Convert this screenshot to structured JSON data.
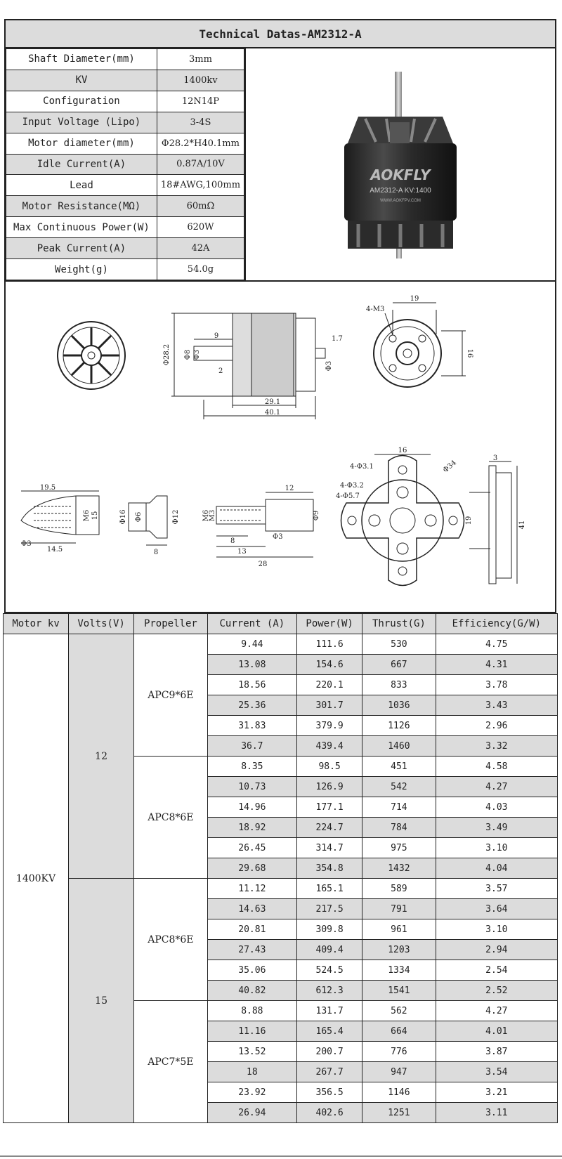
{
  "title": "Technical Datas-AM2312-A",
  "specs": [
    {
      "label": "Shaft Diameter(mm)",
      "value": "3mm"
    },
    {
      "label": "KV",
      "value": "1400kv"
    },
    {
      "label": "Configuration",
      "value": "12N14P"
    },
    {
      "label": "Input Voltage (Lipo)",
      "value": "3-4S"
    },
    {
      "label": "Motor diameter(mm)",
      "value": "Φ28.2*H40.1mm"
    },
    {
      "label": "Idle Current(A)",
      "value": "0.87A/10V"
    },
    {
      "label": "Lead",
      "value": "18#AWG,100mm"
    },
    {
      "label": "Motor Resistance(MΩ)",
      "value": "60mΩ"
    },
    {
      "label": "Max Continuous Power(W)",
      "value": "620W"
    },
    {
      "label": "Peak Current(A)",
      "value": "42A"
    },
    {
      "label": "Weight(g)",
      "value": "54.0g"
    }
  ],
  "photo": {
    "brand": "AOKFLY",
    "model_line": "AM2312-A  KV:1400",
    "url_line": "WWW.AOKFPV.COM"
  },
  "dimensions": {
    "label_4m3": "4-M3",
    "d19": "19",
    "d9": "9",
    "d1_7": "1.7",
    "d28_2": "Φ28.2",
    "d8": "Φ8",
    "d3a": "Φ3",
    "d2": "2",
    "d29_1": "29.1",
    "d40_1": "40.1",
    "d16": "16",
    "d3b": "Φ3",
    "d19_5": "19.5",
    "dM6": "M6",
    "d15": "15",
    "d3c": "Φ3",
    "d14_5": "14.5",
    "dphi16": "Φ16",
    "dphi6": "Φ6",
    "dphi12": "Φ12",
    "d8b": "8",
    "dM6b": "M6",
    "dM3": "M3",
    "d12": "12",
    "dphi9": "Φ9",
    "d8c": "8",
    "d13": "13",
    "d28": "28",
    "d3d": "Φ3",
    "d16b": "16",
    "l_3_1": "4-Φ3.1",
    "l_3_2": "4-Φ3.2",
    "l_5_7": "4-Φ5.7",
    "d34": "Φ34",
    "d19b": "19",
    "d3e": "3",
    "d41": "41"
  },
  "perf_headers": [
    "Motor kv",
    "Volts(V)",
    "Propeller",
    "Current (A)",
    "Power(W)",
    "Thrust(G)",
    "Efficiency(G/W)"
  ],
  "motor_kv": "1400KV",
  "groups": [
    {
      "volts": "12",
      "props": [
        {
          "name": "APC9*6E",
          "rows": [
            [
              "9.44",
              "111.6",
              "530",
              "4.75"
            ],
            [
              "13.08",
              "154.6",
              "667",
              "4.31"
            ],
            [
              "18.56",
              "220.1",
              "833",
              "3.78"
            ],
            [
              "25.36",
              "301.7",
              "1036",
              "3.43"
            ],
            [
              "31.83",
              "379.9",
              "1126",
              "2.96"
            ],
            [
              "36.7",
              "439.4",
              "1460",
              "3.32"
            ]
          ]
        },
        {
          "name": "APC8*6E",
          "rows": [
            [
              "8.35",
              "98.5",
              "451",
              "4.58"
            ],
            [
              "10.73",
              "126.9",
              "542",
              "4.27"
            ],
            [
              "14.96",
              "177.1",
              "714",
              "4.03"
            ],
            [
              "18.92",
              "224.7",
              "784",
              "3.49"
            ],
            [
              "26.45",
              "314.7",
              "975",
              "3.10"
            ],
            [
              "29.68",
              "354.8",
              "1432",
              "4.04"
            ]
          ]
        }
      ]
    },
    {
      "volts": "15",
      "props": [
        {
          "name": "APC8*6E",
          "rows": [
            [
              "11.12",
              "165.1",
              "589",
              "3.57"
            ],
            [
              "14.63",
              "217.5",
              "791",
              "3.64"
            ],
            [
              "20.81",
              "309.8",
              "961",
              "3.10"
            ],
            [
              "27.43",
              "409.4",
              "1203",
              "2.94"
            ],
            [
              "35.06",
              "524.5",
              "1334",
              "2.54"
            ],
            [
              "40.82",
              "612.3",
              "1541",
              "2.52"
            ]
          ]
        },
        {
          "name": "APC7*5E",
          "rows": [
            [
              "8.88",
              "131.7",
              "562",
              "4.27"
            ],
            [
              "11.16",
              "165.4",
              "664",
              "4.01"
            ],
            [
              "13.52",
              "200.7",
              "776",
              "3.87"
            ],
            [
              "18",
              "267.7",
              "947",
              "3.54"
            ],
            [
              "23.92",
              "356.5",
              "1146",
              "3.21"
            ],
            [
              "26.94",
              "402.6",
              "1251",
              "3.11"
            ]
          ]
        }
      ]
    }
  ]
}
